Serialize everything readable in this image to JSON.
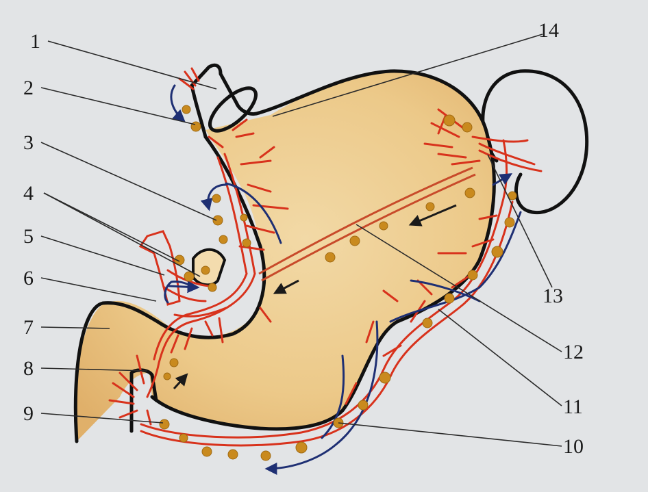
{
  "diagram": {
    "callouts": [
      {
        "id": "1",
        "label": "1"
      },
      {
        "id": "2",
        "label": "2"
      },
      {
        "id": "3",
        "label": "3"
      },
      {
        "id": "4",
        "label": "4"
      },
      {
        "id": "5",
        "label": "5"
      },
      {
        "id": "6",
        "label": "6"
      },
      {
        "id": "7",
        "label": "7"
      },
      {
        "id": "8",
        "label": "8"
      },
      {
        "id": "9",
        "label": "9"
      },
      {
        "id": "10",
        "label": "10"
      },
      {
        "id": "11",
        "label": "11"
      },
      {
        "id": "12",
        "label": "12"
      },
      {
        "id": "13",
        "label": "13"
      },
      {
        "id": "14",
        "label": "14"
      }
    ],
    "colors": {
      "background": "#e2e4e6",
      "organ_fill": "#ecc989",
      "organ_outline": "#111111",
      "artery": "#d8321c",
      "vein": "#1e2f73",
      "lymph_node": "#c98a1e",
      "leader_line": "#2a2a2a"
    }
  }
}
